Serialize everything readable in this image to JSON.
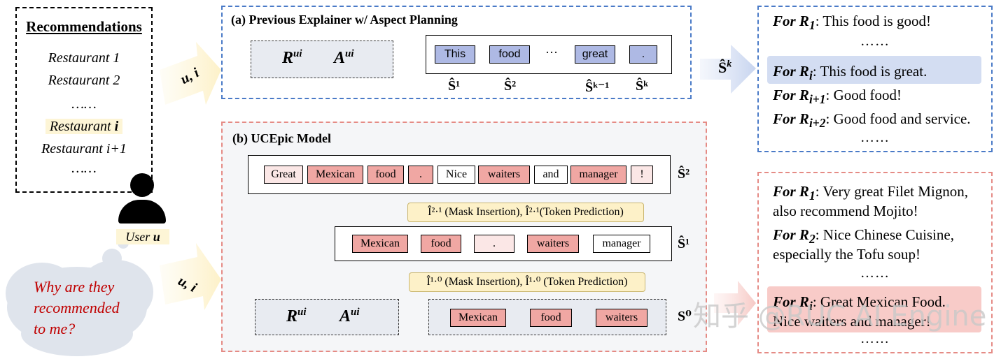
{
  "recommendations": {
    "title": "Recommendations",
    "items": [
      "Restaurant 1",
      "Restaurant 2",
      "……",
      "Restaurant ",
      "Restaurant i+1",
      "……"
    ],
    "highlight_index": "i"
  },
  "user": {
    "label": "User ",
    "var": "u"
  },
  "thought": {
    "lines": [
      "Why are they",
      "recommended",
      "to me?"
    ]
  },
  "arrows": {
    "top": "u, i",
    "bottom": "u, i",
    "sk": "Ŝ",
    "sk_sup": "k"
  },
  "panel_a": {
    "title": "(a) Previous Explainer w/ Aspect Planning",
    "r": "R",
    "a": "A",
    "sup": "ui",
    "tokens": [
      "This",
      "food",
      "great",
      "."
    ],
    "ellipsis": "···",
    "labels": [
      "Ŝ¹",
      "Ŝ²",
      "Ŝᵏ⁻¹",
      "Ŝᵏ"
    ]
  },
  "panel_b": {
    "title": "(b) UCEpic Model",
    "s2_tokens": [
      "Great",
      "Mexican",
      "food",
      ".",
      "Nice",
      "waiters",
      "and",
      "manager",
      "!"
    ],
    "s1_tokens": [
      "Mexican",
      "food",
      ".",
      "waiters",
      "manager"
    ],
    "s0_tokens": [
      "Mexican",
      "food",
      "waiters"
    ],
    "bar2": "Î²·¹ (Mask Insertion), Î²·¹(Token Prediction)",
    "bar1": "Î¹·⁰ (Mask Insertion), Î¹·⁰ (Token Prediction)",
    "s_labels": [
      "Ŝ²",
      "Ŝ¹",
      "S⁰"
    ],
    "r": "R",
    "a": "A",
    "sup": "ui"
  },
  "out_a": {
    "lines": [
      {
        "label": "For R",
        "sub": "1",
        "text": ": This food is good!"
      },
      {
        "label": "For R",
        "sub": "i",
        "text": ": This food is great."
      },
      {
        "label": "For R",
        "sub": "i+1",
        "text": ": Good food!"
      },
      {
        "label": "For R",
        "sub": "i+2",
        "text": ": Good food and service."
      }
    ],
    "dots": [
      "……",
      "……"
    ]
  },
  "out_b": {
    "lines": [
      {
        "label": "For R",
        "sub": "1",
        "text": ": Very great Filet Mignon,",
        "cont": "also recommend Mojito!"
      },
      {
        "label": "For R",
        "sub": "2",
        "text": ": Nice Chinese Cuisine,",
        "cont": "especially the Tofu soup!"
      },
      {
        "label": "For R",
        "sub": "i",
        "text": ": Great Mexican Food.",
        "cont": "Nice waiters and manager!"
      }
    ],
    "dots": [
      "……",
      "……"
    ]
  },
  "watermark": "知乎 @RUC AI Engine",
  "colors": {
    "blue": "#4a7ac7",
    "red": "#e58b85",
    "token_blue": "#aeb9e4",
    "token_red": "#f0a7a3",
    "yellow": "#fdf1c8",
    "thought": "#c00000"
  }
}
